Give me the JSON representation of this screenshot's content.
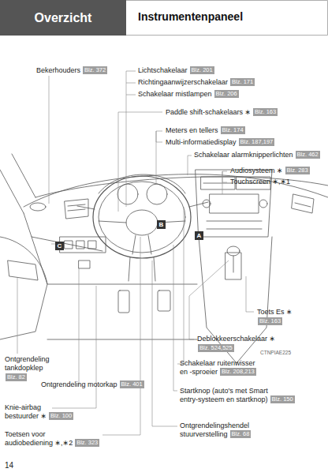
{
  "diagram": {
    "title": "Instrumentenpaneel",
    "nodes": [
      {
        "text": [
          "Overzicht"
        ]
      },
      {
        "text": [
          "Blz. 372"
        ]
      },
      {
        "text": [
          "Blz. 201"
        ]
      },
      {
        "text": [
          "Blz. 171"
        ]
      },
      {
        "text": [
          "Blz. 206"
        ]
      },
      {
        "text": [
          "Blz. 163"
        ]
      },
      {
        "text": [
          "Blz. 174"
        ]
      },
      {
        "text": [
          "Blz. 187,197"
        ]
      },
      {
        "text": [
          "Blz. 462"
        ]
      },
      {
        "text": [
          "Blz. 283"
        ]
      },
      {
        "text": [
          "B"
        ]
      },
      {
        "text": [
          "A"
        ]
      },
      {
        "text": [
          "C"
        ]
      },
      {
        "text": [
          "Blz. 163"
        ]
      },
      {
        "text": [
          "Blz. 524,525"
        ]
      },
      {
        "text": [
          "Blz. 82"
        ]
      },
      {
        "text": [
          "Blz. 208,213"
        ]
      },
      {
        "text": [
          "Blz. 401"
        ]
      },
      {
        "text": [
          "Blz. 150"
        ]
      },
      {
        "text": [
          "Blz. 100"
        ]
      },
      {
        "text": [
          "Blz. 323"
        ]
      },
      {
        "text": [
          "Blz. 68"
        ]
      }
    ],
    "labels": [
      "Bekerhouders",
      "Lichtschakelaar",
      "Richtingaanwijzerschakelaar",
      "Schakelaar mistlampen",
      "Paddle shift-schakelaars ∗",
      "Meters en tellers",
      "Multi-informatiedisplay",
      "Schakelaar alarmknipperlichten",
      "Audiosysteem ∗",
      "Touchscreen ∗,∗1",
      "Toets Es ∗",
      "Deblokkeerschakelaar ∗",
      "CTNPIAE225",
      "Schakelaar ruitenwisser en -sproeier",
      "Ontgrendeling tankdopklep",
      "Ontgrendeling motorkap",
      "Startknop (auto's met Smart entry-systeem en startknop)",
      "Knie-airbag bestuurder ∗",
      "Ontgrendelingshendel stuurverstelling",
      "Toetsen voor audiobediening ∗,∗2",
      "14"
    ]
  }
}
